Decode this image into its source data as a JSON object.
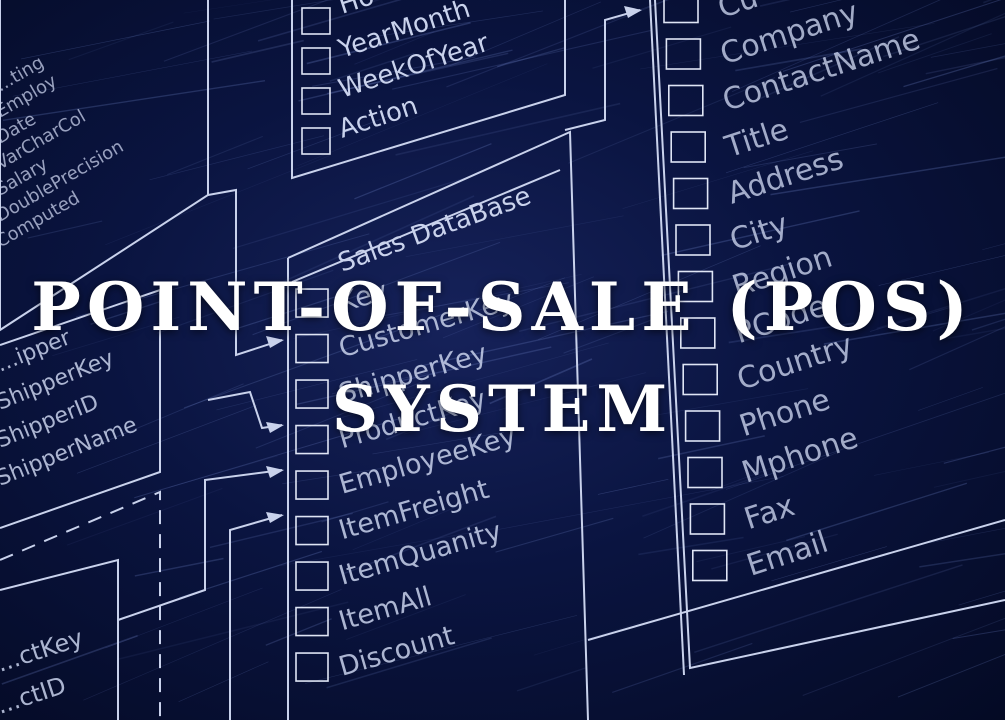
{
  "title": {
    "line1": "POINT-OF-SALE (POS)",
    "line2": "SYSTEM"
  },
  "background": {
    "table_time": {
      "fields": [
        "Ho",
        "YearMonth",
        "WeekOfYear",
        "Action"
      ]
    },
    "table_sales": {
      "name": "Sales DataBase",
      "fields": [
        "Key",
        "CustomerKey",
        "ShipperKey",
        "ProductKey",
        "EmployeeKey",
        "ItemFreight",
        "ItemQuanity",
        "ItemAll",
        "Discount"
      ]
    },
    "table_customer": {
      "fields": [
        "Cu",
        "Company",
        "ContactName",
        "Title",
        "Address",
        "City",
        "Region",
        "PCode",
        "Country",
        "Phone",
        "Mphone",
        "Fax",
        "Email"
      ]
    },
    "table_left_top": {
      "fields": [
        "...ting",
        "Employ",
        "Date",
        "VarCharCol",
        "Salary",
        "DoublePrecision",
        "Computed"
      ]
    },
    "table_left_mid": {
      "fields": [
        "...ipper",
        "ShipperKey",
        "ShipperID",
        "ShipperName"
      ]
    },
    "table_left_bottom": {
      "fields": [
        "...ctKey",
        "...ctID"
      ]
    }
  },
  "colors": {
    "background": "#0a1440",
    "lines": "#c9d2ec",
    "title": "#ffffff"
  }
}
